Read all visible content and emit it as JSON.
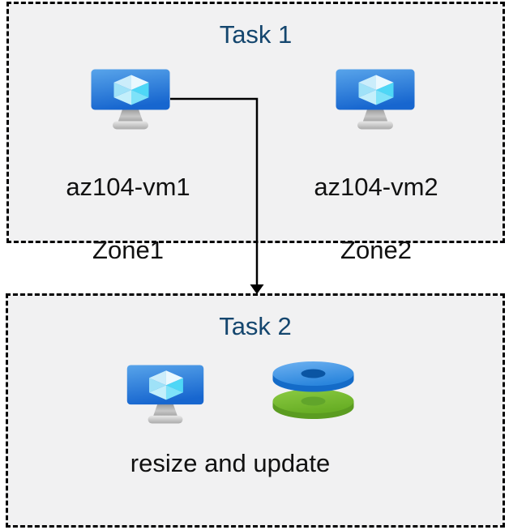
{
  "diagram": {
    "task1": {
      "title": "Task 1",
      "vms": [
        {
          "name": "az104-vm1",
          "zone": "Zone1"
        },
        {
          "name": "az104-vm2",
          "zone": "Zone2"
        }
      ]
    },
    "task2": {
      "title": "Task 2",
      "caption": "resize and update"
    },
    "arrow": {
      "from": "az104-vm1",
      "to": "task2-box",
      "direction": "right-then-down"
    }
  },
  "icons": {
    "vm": "azure-virtual-machine-icon",
    "disks": "azure-managed-disks-icon",
    "arrow": "flow-arrow-down"
  },
  "colors": {
    "box_fill": "#f1f1f2",
    "box_border": "#000000",
    "title_text": "#14466e",
    "label_text": "#111111",
    "monitor_blue_top": "#58a4ea",
    "monitor_blue_bottom": "#1766cf",
    "cube_cyan": "#4ed7f6",
    "disk_blue": "#2b86dd",
    "disk_blue_dark": "#146bc8",
    "disk_green": "#68ae25",
    "disk_green_dark": "#5b9c21",
    "arrow_black": "#000000"
  }
}
